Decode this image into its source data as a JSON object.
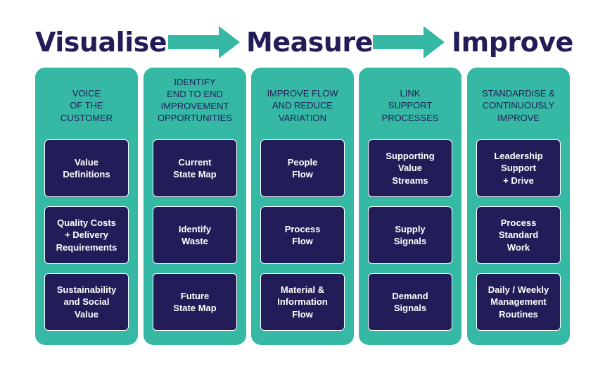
{
  "colors": {
    "navy": "#221d58",
    "teal": "#35b8a4",
    "white": "#ffffff"
  },
  "stages": [
    "Visualise",
    "Measure",
    "Improve"
  ],
  "columns": [
    {
      "heading": "VOICE\nOF THE\nCUSTOMER",
      "boxes": [
        "Value\nDefinitions",
        "Quality Costs\n+ Delivery\nRequirements",
        "Sustainability\nand Social\nValue"
      ]
    },
    {
      "heading": "IDENTIFY\nEND TO END\nIMPROVEMENT\nOPPORTUNITIES",
      "boxes": [
        "Current\nState Map",
        "Identify\nWaste",
        "Future\nState Map"
      ]
    },
    {
      "heading": "IMPROVE FLOW\nAND REDUCE\nVARIATION",
      "boxes": [
        "People\nFlow",
        "Process\nFlow",
        "Material &\nInformation\nFlow"
      ]
    },
    {
      "heading": "LINK\nSUPPORT\nPROCESSES",
      "boxes": [
        "Supporting\nValue\nStreams",
        "Supply\nSignals",
        "Demand\nSignals"
      ]
    },
    {
      "heading": "STANDARDISE &\nCONTINUOUSLY\nIMPROVE",
      "boxes": [
        "Leadership\nSupport\n+ Drive",
        "Process\nStandard\nWork",
        "Daily / Weekly\nManagement\nRoutines"
      ]
    }
  ]
}
